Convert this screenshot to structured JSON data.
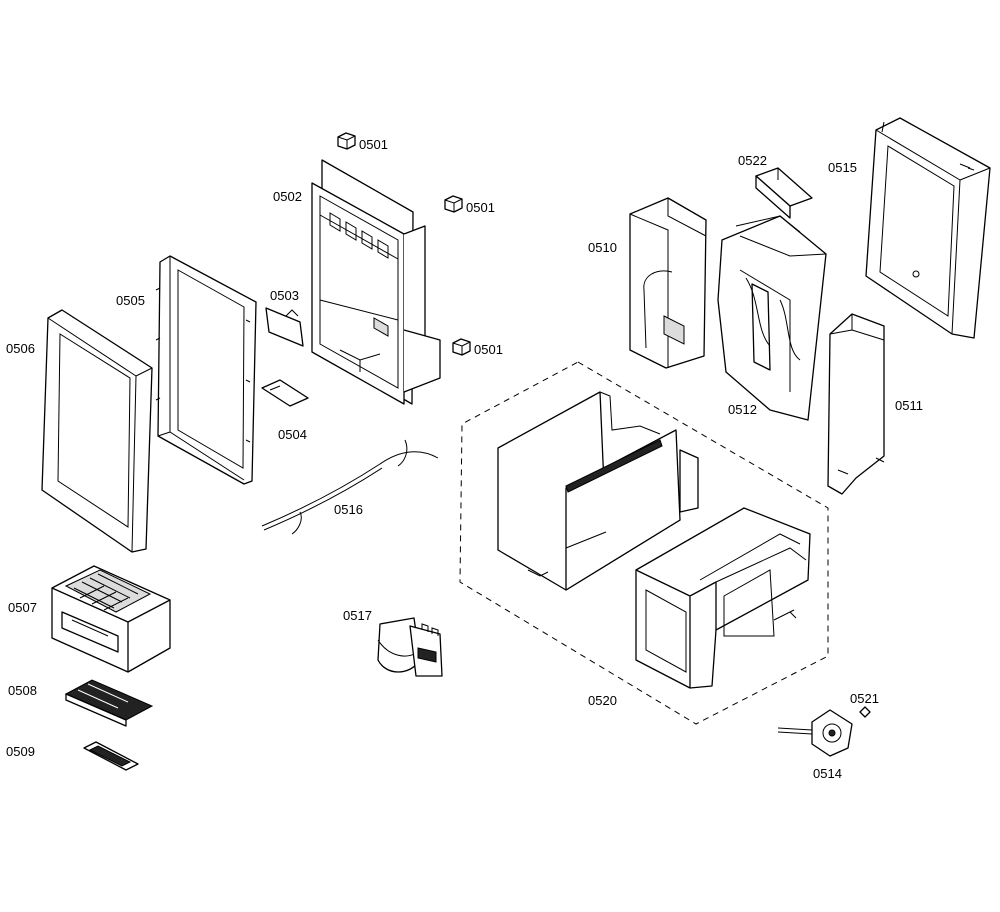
{
  "labels": {
    "p0501a": "0501",
    "p0501b": "0501",
    "p0501c": "0501",
    "p0502": "0502",
    "p0503": "0503",
    "p0504": "0504",
    "p0505": "0505",
    "p0506": "0506",
    "p0507": "0507",
    "p0508": "0508",
    "p0509": "0509",
    "p0510": "0510",
    "p0511": "0511",
    "p0512": "0512",
    "p0514": "0514",
    "p0515": "0515",
    "p0516": "0516",
    "p0517": "0517",
    "p0520": "0520",
    "p0521": "0521",
    "p0522": "0522"
  }
}
